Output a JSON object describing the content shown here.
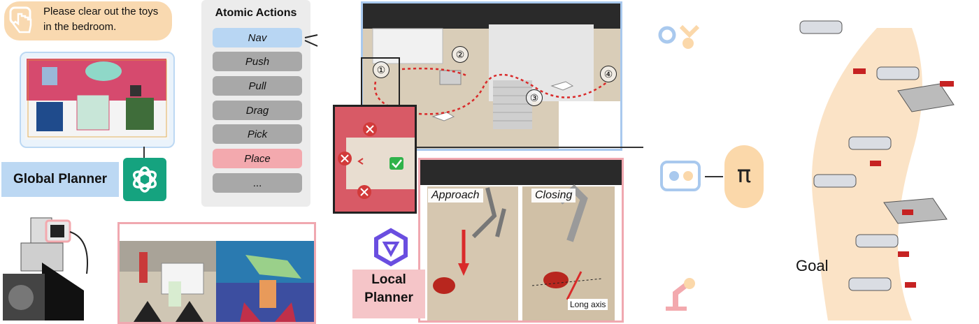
{
  "instruction": {
    "text": "Please clear out the toys in the bedroom."
  },
  "global_planner": {
    "label": "Global Planner"
  },
  "atomic_actions": {
    "title": "Atomic Actions",
    "items": [
      {
        "label": "Nav",
        "color": "#b8d6f3"
      },
      {
        "label": "Push",
        "color": "#a8a8a8"
      },
      {
        "label": "Pull",
        "color": "#a8a8a8"
      },
      {
        "label": "Drag",
        "color": "#a8a8a8"
      },
      {
        "label": "Pick",
        "color": "#a8a8a8"
      },
      {
        "label": "Place",
        "color": "#f3a9ae"
      },
      {
        "label": "...",
        "color": "#a8a8a8"
      }
    ]
  },
  "waypoints": [
    "①",
    "②",
    "③",
    "④"
  ],
  "fine_control": {
    "approach_label": "Approach",
    "closing_label": "Closing",
    "long_axis_label": "Long axis"
  },
  "local_planner": {
    "label_line1": "Local",
    "label_line2": "Planner"
  },
  "policy": {
    "symbol": "π"
  },
  "goal": {
    "label": "Goal"
  },
  "colors": {
    "blue_accent": "#a9c9ee",
    "pink_accent": "#f0a8b0",
    "orange_accent": "#fbd8aa",
    "gpt_green": "#15a37f"
  }
}
